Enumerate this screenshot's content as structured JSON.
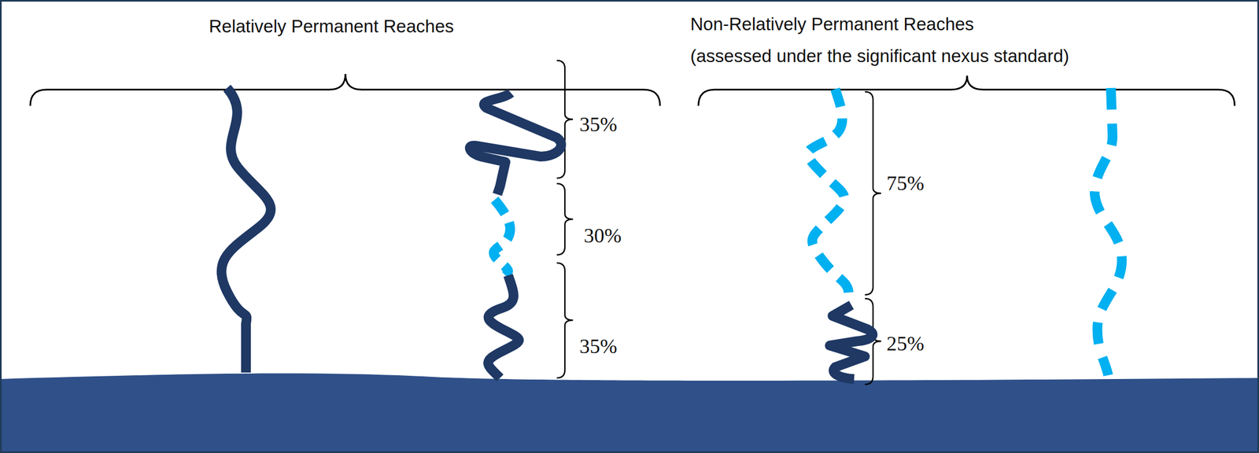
{
  "diagram": {
    "labels": [
      "Relatively Permanent Reaches",
      "Non-Relatively Permanent Reaches",
      "(assessed under the significant nexus standard)",
      "35%",
      "30%",
      "35%",
      "75%",
      "25%"
    ]
  }
}
